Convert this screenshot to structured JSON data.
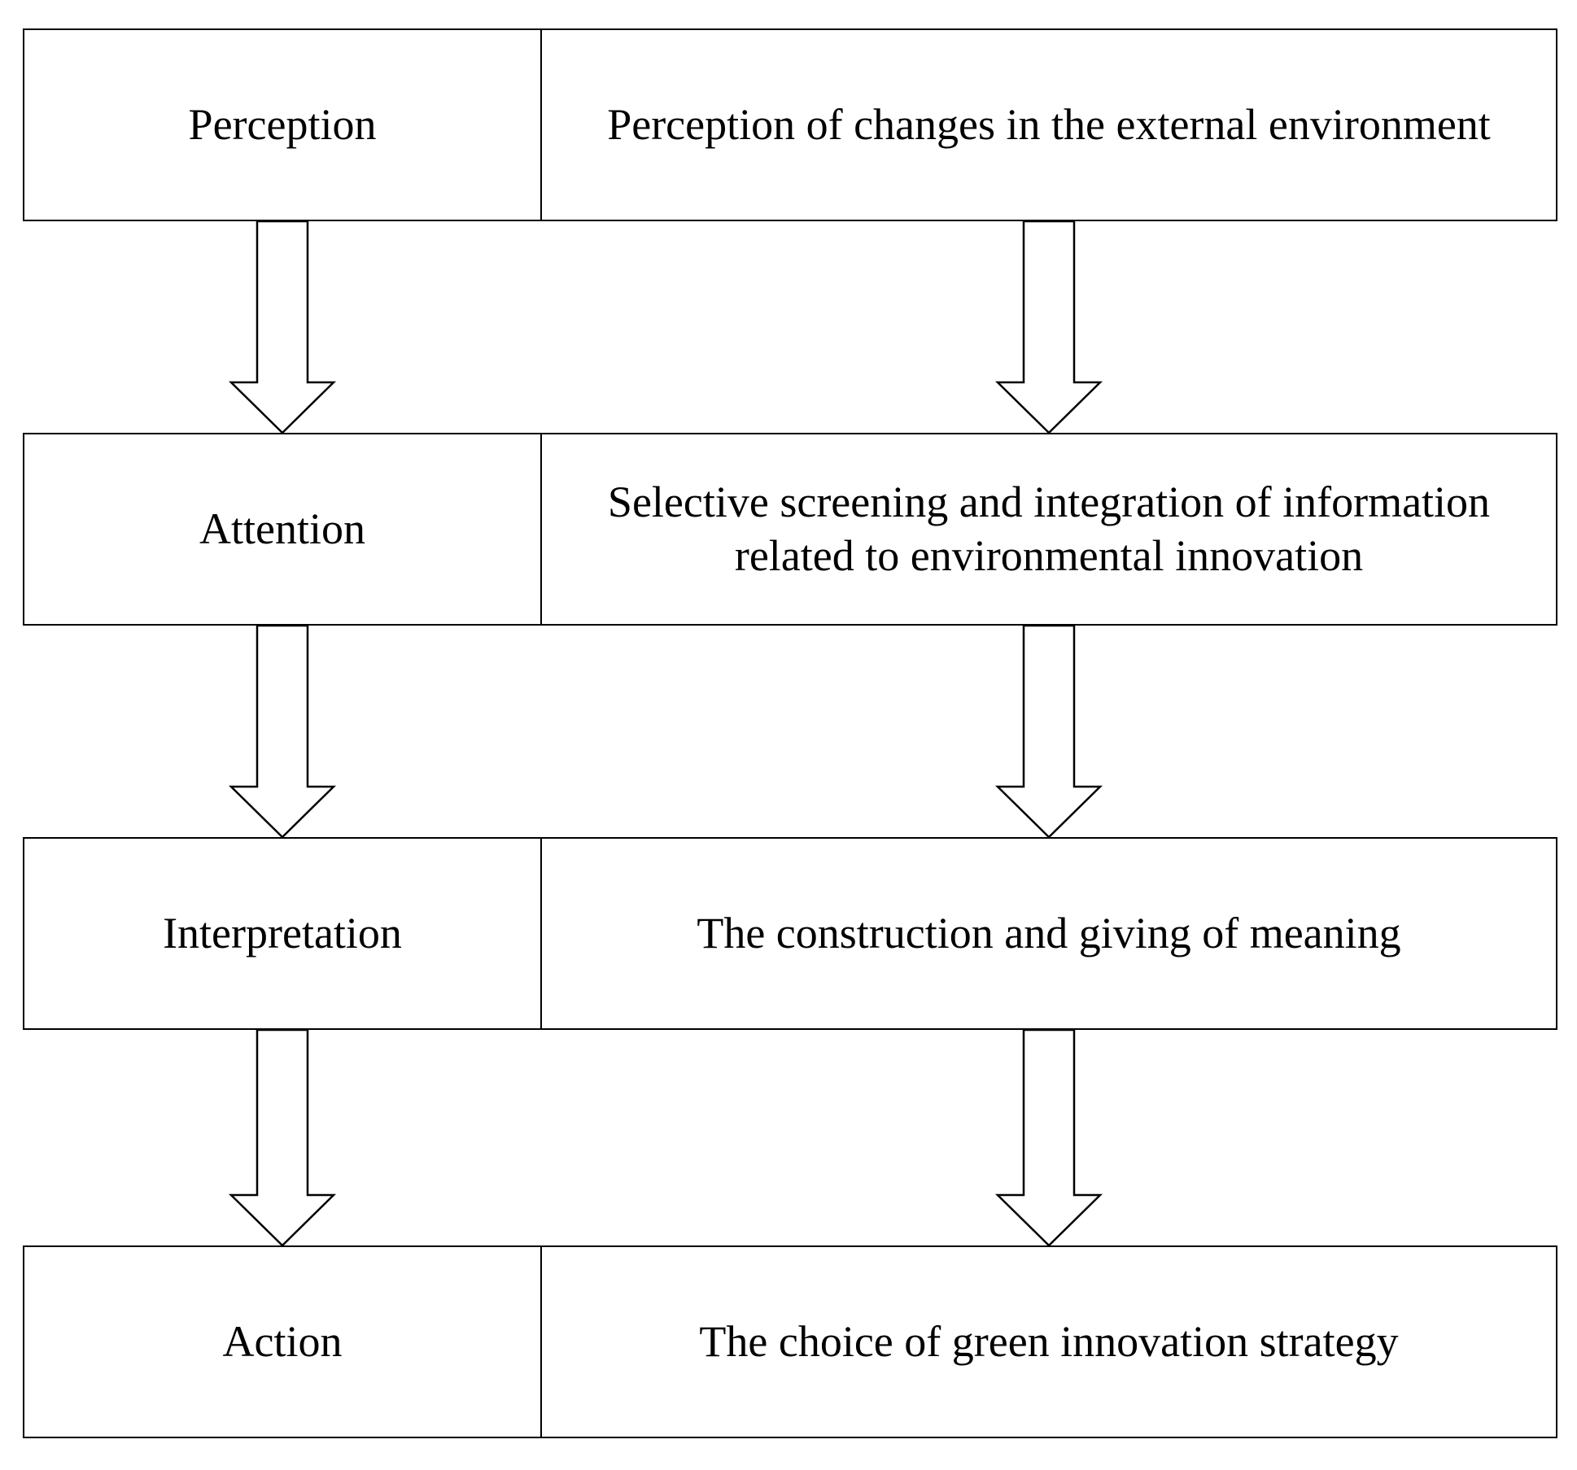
{
  "stages": [
    {
      "label": "Perception",
      "description": "Perception of changes in the external environment"
    },
    {
      "label": "Attention",
      "description": "Selective screening and integration of information related to environmental innovation"
    },
    {
      "label": "Interpretation",
      "description": "The construction and giving of meaning"
    },
    {
      "label": "Action",
      "description": "The choice of green innovation strategy"
    }
  ]
}
